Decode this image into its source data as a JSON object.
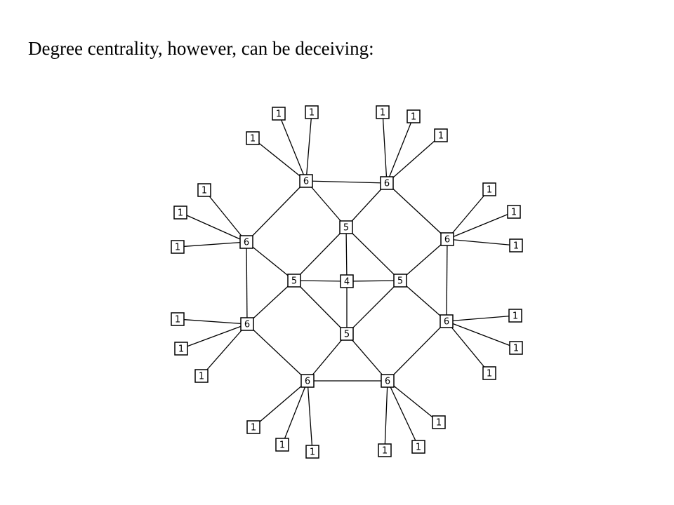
{
  "slide": {
    "title": "Degree centrality, however, can be deceiving:"
  },
  "graph": {
    "nodes": [
      {
        "id": "c",
        "label": "4"
      },
      {
        "id": "m1",
        "label": "5"
      },
      {
        "id": "m2",
        "label": "5"
      },
      {
        "id": "m3",
        "label": "5"
      },
      {
        "id": "m4",
        "label": "5"
      },
      {
        "id": "h1",
        "label": "6"
      },
      {
        "id": "h2",
        "label": "6"
      },
      {
        "id": "h3",
        "label": "6"
      },
      {
        "id": "h4",
        "label": "6"
      },
      {
        "id": "h5",
        "label": "6"
      },
      {
        "id": "h6",
        "label": "6"
      },
      {
        "id": "h7",
        "label": "6"
      },
      {
        "id": "h8",
        "label": "6"
      },
      {
        "id": "l1a",
        "label": "1"
      },
      {
        "id": "l1b",
        "label": "1"
      },
      {
        "id": "l1c",
        "label": "1"
      },
      {
        "id": "l2a",
        "label": "1"
      },
      {
        "id": "l2b",
        "label": "1"
      },
      {
        "id": "l2c",
        "label": "1"
      },
      {
        "id": "l3a",
        "label": "1"
      },
      {
        "id": "l3b",
        "label": "1"
      },
      {
        "id": "l3c",
        "label": "1"
      },
      {
        "id": "l4a",
        "label": "1"
      },
      {
        "id": "l4b",
        "label": "1"
      },
      {
        "id": "l4c",
        "label": "1"
      },
      {
        "id": "l5a",
        "label": "1"
      },
      {
        "id": "l5b",
        "label": "1"
      },
      {
        "id": "l5c",
        "label": "1"
      },
      {
        "id": "l6a",
        "label": "1"
      },
      {
        "id": "l6b",
        "label": "1"
      },
      {
        "id": "l6c",
        "label": "1"
      },
      {
        "id": "l7a",
        "label": "1"
      },
      {
        "id": "l7b",
        "label": "1"
      },
      {
        "id": "l7c",
        "label": "1"
      },
      {
        "id": "l8a",
        "label": "1"
      },
      {
        "id": "l8b",
        "label": "1"
      },
      {
        "id": "l8c",
        "label": "1"
      }
    ],
    "edges": [
      [
        "c",
        "m1"
      ],
      [
        "c",
        "m2"
      ],
      [
        "c",
        "m3"
      ],
      [
        "c",
        "m4"
      ],
      [
        "m1",
        "h1"
      ],
      [
        "m1",
        "h2"
      ],
      [
        "m1",
        "m2"
      ],
      [
        "m1",
        "m3"
      ],
      [
        "m4",
        "h7"
      ],
      [
        "m4",
        "h8"
      ],
      [
        "m4",
        "m2"
      ],
      [
        "m4",
        "m3"
      ],
      [
        "m2",
        "h3"
      ],
      [
        "m2",
        "h5"
      ],
      [
        "m3",
        "h4"
      ],
      [
        "m3",
        "h6"
      ],
      [
        "h1",
        "h2"
      ],
      [
        "h1",
        "h3"
      ],
      [
        "h2",
        "h4"
      ],
      [
        "h3",
        "h5"
      ],
      [
        "h4",
        "h6"
      ],
      [
        "h5",
        "h7"
      ],
      [
        "h6",
        "h8"
      ],
      [
        "h7",
        "h8"
      ],
      [
        "h1",
        "l1a"
      ],
      [
        "h1",
        "l1b"
      ],
      [
        "h1",
        "l1c"
      ],
      [
        "h2",
        "l2a"
      ],
      [
        "h2",
        "l2b"
      ],
      [
        "h2",
        "l2c"
      ],
      [
        "h3",
        "l3a"
      ],
      [
        "h3",
        "l3b"
      ],
      [
        "h3",
        "l3c"
      ],
      [
        "h4",
        "l4a"
      ],
      [
        "h4",
        "l4b"
      ],
      [
        "h4",
        "l4c"
      ],
      [
        "h5",
        "l5a"
      ],
      [
        "h5",
        "l5b"
      ],
      [
        "h5",
        "l5c"
      ],
      [
        "h6",
        "l6a"
      ],
      [
        "h6",
        "l6b"
      ],
      [
        "h6",
        "l6c"
      ],
      [
        "h7",
        "l7a"
      ],
      [
        "h7",
        "l7b"
      ],
      [
        "h7",
        "l7c"
      ],
      [
        "h8",
        "l8a"
      ],
      [
        "h8",
        "l8b"
      ],
      [
        "h8",
        "l8c"
      ]
    ]
  }
}
